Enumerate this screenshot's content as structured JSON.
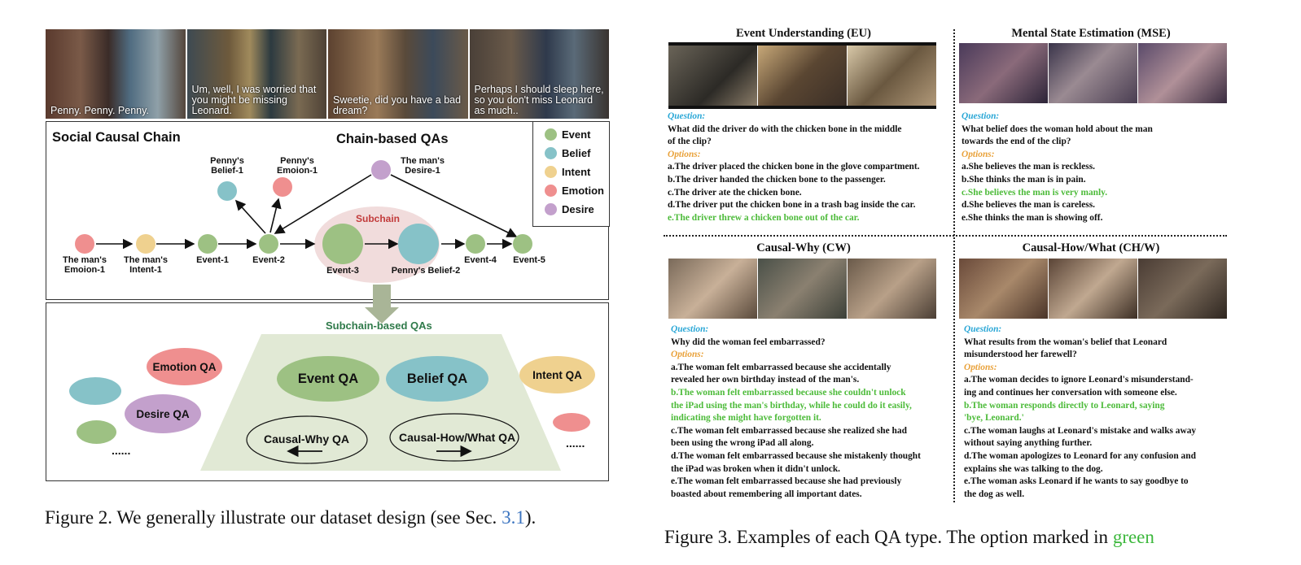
{
  "figure2": {
    "frames": [
      {
        "caption": "Penny. Penny. Penny."
      },
      {
        "caption": "Um, well, I was worried that you might be missing Leonard."
      },
      {
        "caption": "Sweetie, did you have a bad dream?"
      },
      {
        "caption": "Perhaps I should sleep here, so you don't miss Leonard as much.."
      }
    ],
    "social_causal_chain": "Social Causal Chain",
    "chain_based_qas": "Chain-based QAs",
    "subchain": "Subchain",
    "nodes": {
      "mans_emotion": "The man's\nEmoion-1",
      "mans_intent": "The man's\nIntent-1",
      "event1": "Event-1",
      "event2": "Event-2",
      "event3": "Event-3",
      "pennys_belief2": "Penny's Belief-2",
      "event4": "Event-4",
      "event5": "Event-5",
      "pennys_belief1": "Penny's\nBelief-1",
      "pennys_emotion1": "Penny's\nEmoion-1",
      "mans_desire": "The man's\nDesire-1"
    },
    "legend": [
      {
        "label": "Event",
        "color": "#9dc183"
      },
      {
        "label": "Belief",
        "color": "#86c2c8"
      },
      {
        "label": "Intent",
        "color": "#efd18f"
      },
      {
        "label": "Emotion",
        "color": "#ef8f8f"
      },
      {
        "label": "Desire",
        "color": "#c3a0cc"
      }
    ],
    "subchain_qas": "Subchain-based QAs",
    "qa_types": {
      "event_qa": "Event QA",
      "belief_qa": "Belief QA",
      "causal_why_qa": "Causal-Why QA",
      "causal_how_qa": "Causal-How/What QA",
      "emotion_qa": "Emotion QA",
      "desire_qa": "Desire QA",
      "intent_qa": "Intent QA",
      "ellipsis": "......"
    },
    "caption_pre": "Figure 2. We generally illustrate our dataset design (see Sec. ",
    "caption_ref": "3.1",
    "caption_post": ")."
  },
  "figure3": {
    "question_label": "Question:",
    "options_label": "Options:",
    "eu": {
      "title": "Event Understanding (EU)",
      "question": "What did the driver do with the chicken bone in the middle\nof the clip?",
      "options": [
        "a.The driver placed the chicken bone in the glove compartment.",
        "b.The driver handed the chicken bone to the passenger.",
        "c.The driver ate the chicken bone.",
        "d.The driver put the chicken bone in a trash bag inside the car."
      ],
      "correct": "e.The driver threw a chicken bone out of the car."
    },
    "mse": {
      "title": "Mental State Estimation (MSE)",
      "question": "What belief does the woman hold about the man\ntowards the end of the clip?",
      "options_before": [
        "a.She believes the man is reckless.",
        "b.She thinks the man is in pain."
      ],
      "correct": "c.She believes the man is very manly.",
      "options_after": [
        "d.She believes the man is careless.",
        "e.She thinks the man is showing off."
      ]
    },
    "cw": {
      "title": "Causal-Why (CW)",
      "question": "Why did the woman feel embarrassed?",
      "option_a": "a.The woman felt embarrassed because she accidentally\nrevealed her own birthday instead of the man's.",
      "correct": "b.The woman felt embarrassed because she couldn't unlock\nthe iPad using the man's birthday, while he could do it easily,\nindicating she might have forgotten it.",
      "options_after": [
        "c.The woman felt embarrassed because she realized she had\nbeen using the wrong iPad all along.",
        "d.The woman felt embarrassed because she mistakenly thought\nthe iPad was broken when it didn't unlock.",
        "e.The woman felt embarrassed because she had previously\nboasted about remembering all important dates."
      ]
    },
    "chw": {
      "title": "Causal-How/What (CH/W)",
      "question": "What results from the woman's belief that Leonard\nmisunderstood her farewell?",
      "option_a": "a.The woman decides to ignore Leonard's misunderstand-\ning and continues her conversation with someone else.",
      "correct": "b.The woman responds directly to Leonard, saying\n'bye, Leonard.'",
      "options_after": [
        "c.The woman laughs at Leonard's mistake and walks away\nwithout saying anything further.",
        "d.The woman apologizes to Leonard for any confusion and\nexplains she was talking to the dog.",
        "e.The woman asks Leonard if he wants to say goodbye to\nthe dog as well."
      ]
    },
    "caption_pre": "Figure 3. Examples of each QA type. The option marked in ",
    "caption_green": "green"
  }
}
